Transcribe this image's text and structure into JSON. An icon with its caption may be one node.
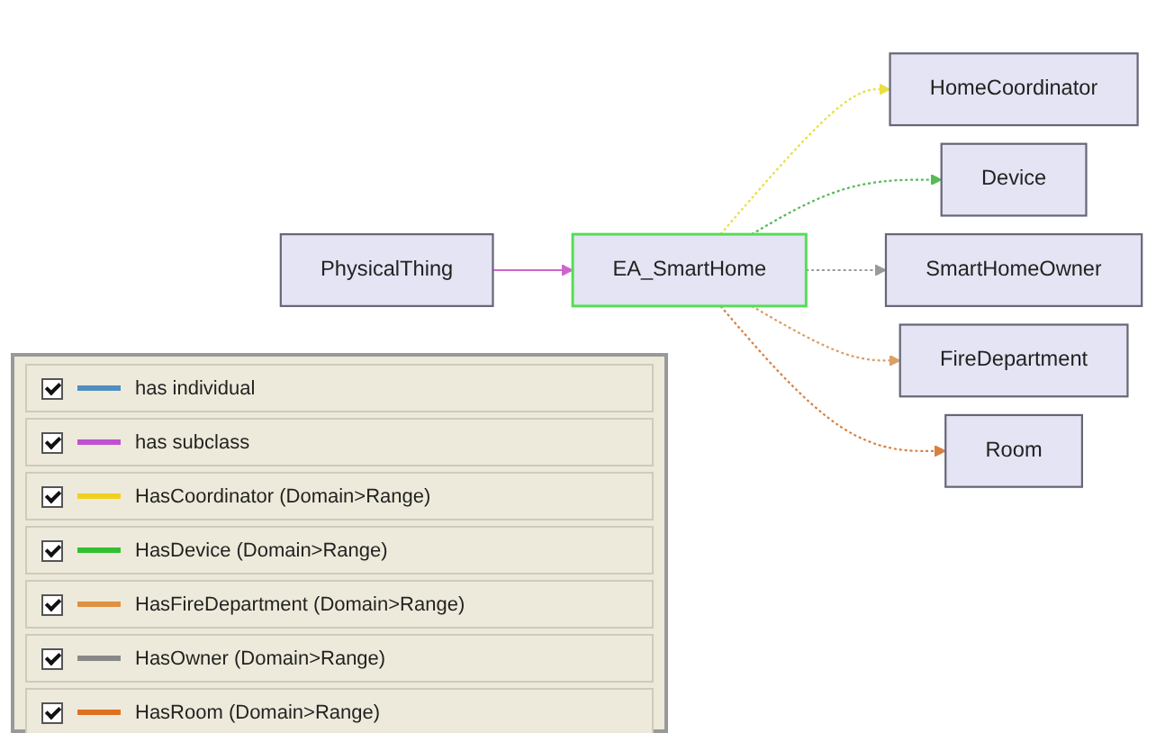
{
  "diagram": {
    "nodes": [
      {
        "text": [
          "HomeCoordinator"
        ]
      },
      {
        "text": [
          "Device"
        ]
      },
      {
        "text": [
          "PhysicalThing"
        ]
      },
      {
        "text": [
          "EA_SmartHome"
        ]
      },
      {
        "text": [
          "SmartHomeOwner"
        ]
      },
      {
        "text": [
          "FireDepartment"
        ]
      },
      {
        "text": [
          "Room"
        ]
      }
    ],
    "edges": [
      {
        "from": 2,
        "to": 3,
        "arrow": "to",
        "color": "#cc66cc"
      },
      {
        "from": 3,
        "to": 0,
        "arrow": "to",
        "style": "dashed",
        "color": "#e8e040"
      },
      {
        "from": 3,
        "to": 1,
        "arrow": "to",
        "style": "dashed",
        "color": "#55bb55"
      },
      {
        "from": 3,
        "to": 4,
        "arrow": "to",
        "style": "dashed",
        "color": "#999999"
      },
      {
        "from": 3,
        "to": 5,
        "arrow": "to",
        "style": "dashed",
        "color": "#d9a066"
      },
      {
        "from": 3,
        "to": 6,
        "arrow": "to",
        "style": "dashed",
        "color": "#d98040"
      }
    ],
    "legend": [
      {
        "text": "has individual"
      },
      {
        "text": "has subclass"
      },
      {
        "text": "HasCoordinator (Domain>Range)"
      },
      {
        "text": "HasDevice (Domain>Range)"
      },
      {
        "text": "HasFireDepartment (Domain>Range)"
      },
      {
        "text": "HasOwner (Domain>Range)"
      },
      {
        "text": "HasRoom (Domain>Range)"
      }
    ]
  }
}
